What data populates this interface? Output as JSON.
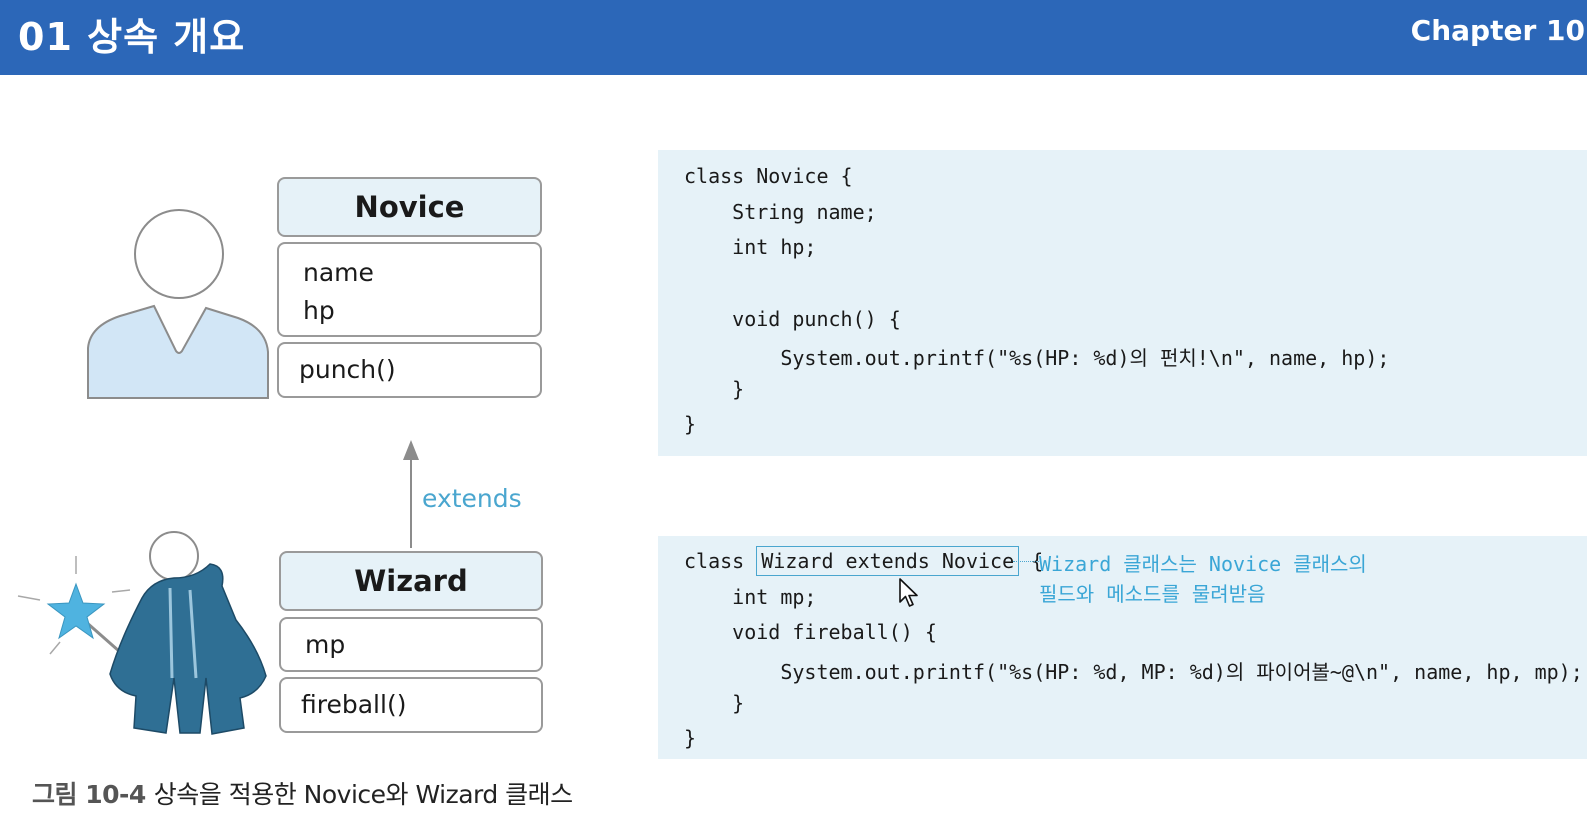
{
  "header": {
    "title": "01 상속 개요",
    "chapter": "Chapter 10"
  },
  "diagram": {
    "parent_class": {
      "name": "Novice",
      "fields": [
        "name",
        "hp"
      ],
      "methods": [
        "punch()"
      ]
    },
    "child_class": {
      "name": "Wizard",
      "fields": [
        "mp"
      ],
      "methods": [
        "fireball()"
      ]
    },
    "relation_label": "extends",
    "icons": [
      "novice-person-icon",
      "wizard-person-icon",
      "magic-star-icon",
      "inheritance-arrow-icon"
    ],
    "colors": {
      "novice_shirt": "#d2e6f6",
      "wizard_robe": "#2f6f94",
      "star": "#4fb3e0",
      "accent": "#4aa6cf",
      "header": "#2c67b8"
    }
  },
  "caption": {
    "figure_number": "그림 10-4",
    "text": "상속을 적용한 Novice와 Wizard 클래스"
  },
  "code": {
    "novice": [
      "class Novice {",
      "    String name;",
      "    int hp;",
      "",
      "    void punch() {",
      "        System.out.printf(\"%s(HP: %d)의 펀치!\\n\", name, hp);",
      "    }",
      "}"
    ],
    "wizard": {
      "line1_prefix": "class ",
      "line1_boxed": "Wizard extends Novice",
      "line1_suffix": " {",
      "lines": [
        "    int mp;",
        "    void fireball() {",
        "        System.out.printf(\"%s(HP: %d, MP: %d)의 파이어볼~@\\n\", name, hp, mp);",
        "    }",
        "}"
      ]
    },
    "annotation": {
      "line1": "Wizard 클래스는 Novice 클래스의",
      "line2": "필드와 메소드를 물려받음"
    }
  }
}
